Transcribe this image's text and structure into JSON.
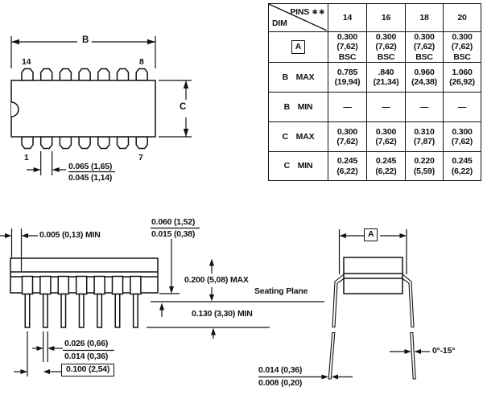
{
  "figure_top_view": {
    "dim_b_label": "B",
    "dim_c_label": "C",
    "pin_top_left": "14",
    "pin_top_right": "8",
    "pin_bottom_left": "1",
    "pin_bottom_right": "7",
    "lead_width_max": "0.065 (1,65)",
    "lead_width_min": "0.045 (1,14)"
  },
  "dimension_table": {
    "corner_top": "PINS ∗∗",
    "corner_bottom": "DIM",
    "columns": [
      "14",
      "16",
      "18",
      "20"
    ],
    "rows": [
      {
        "label": "A",
        "cells": [
          [
            "0.300",
            "(7,62)",
            "BSC"
          ],
          [
            "0.300",
            "(7,62)",
            "BSC"
          ],
          [
            "0.300",
            "(7,62)",
            "BSC"
          ],
          [
            "0.300",
            "(7,62)",
            "BSC"
          ]
        ]
      },
      {
        "label": "B MAX",
        "cells": [
          [
            "0.785",
            "(19,94)"
          ],
          [
            ".840",
            "(21,34)"
          ],
          [
            "0.960",
            "(24,38)"
          ],
          [
            "1.060",
            "(26,92)"
          ]
        ]
      },
      {
        "label": "B MIN",
        "cells": [
          [
            "—"
          ],
          [
            "—"
          ],
          [
            "—"
          ],
          [
            "—"
          ]
        ]
      },
      {
        "label": "C MAX",
        "cells": [
          [
            "0.300",
            "(7,62)"
          ],
          [
            "0.300",
            "(7,62)"
          ],
          [
            "0.310",
            "(7,87)"
          ],
          [
            "0.300",
            "(7,62)"
          ]
        ]
      },
      {
        "label": "C MIN",
        "cells": [
          [
            "0.245",
            "(6,22)"
          ],
          [
            "0.245",
            "(6,22)"
          ],
          [
            "0.220",
            "(5,59)"
          ],
          [
            "0.245",
            "(6,22)"
          ]
        ]
      }
    ]
  },
  "figure_side_view": {
    "end_clearance": "0.005 (0,13) MIN",
    "standoff_max": "0.060 (1,52)",
    "standoff_min": "0.015 (0,38)",
    "seating_to_top": "0.200 (5,08) MAX",
    "seating_plane_label": "Seating Plane",
    "lead_below_seating": "0.130 (3,30) MIN",
    "lead_thickness_max": "0.026 (0,66)",
    "lead_thickness_min": "0.014 (0,36)",
    "lead_pitch": "0.100 (2,54)"
  },
  "figure_end_view": {
    "dim_a_label": "A",
    "lead_angle": "0°-15°",
    "lead_tip_max": "0.014 (0,36)",
    "lead_tip_min": "0.008 (0,20)"
  }
}
